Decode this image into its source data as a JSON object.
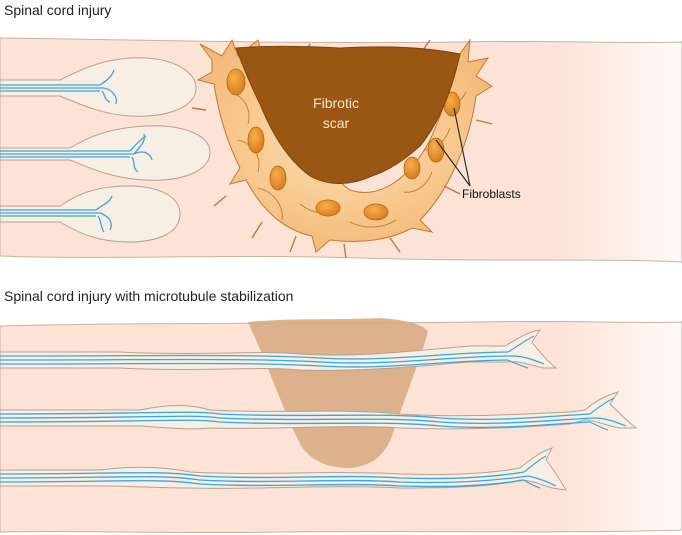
{
  "panels": {
    "top": {
      "title": "Spinal cord injury"
    },
    "bottom": {
      "title": "Spinal cord injury with microtubule stabilization"
    }
  },
  "labels": {
    "scar_line1": "Fibrotic",
    "scar_line2": "scar",
    "fibroblasts": "Fibroblasts"
  },
  "colors": {
    "tissue": "#fce3d6",
    "tissue_edge": "#b9a08f",
    "scar": "#9a5714",
    "scar_light": "#d8ab84",
    "fibroblast": "#f9c98b",
    "fibroblast_edge": "#c07a32",
    "microtubule": "#3aa6dd",
    "axon": "#f7eee4"
  }
}
